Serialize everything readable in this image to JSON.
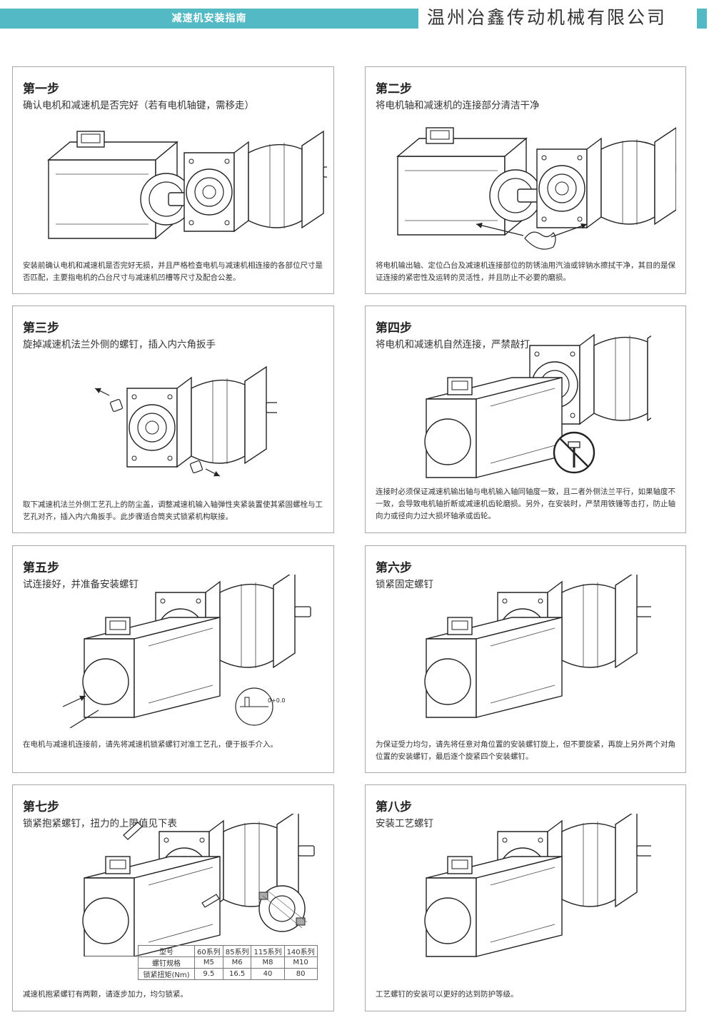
{
  "header": {
    "title": "减速机安装指南",
    "company": "温州冶鑫传动机械有限公司"
  },
  "colors": {
    "accent": "#53b9c4",
    "line": "#222222",
    "border": "#a8a8a8"
  },
  "steps": [
    {
      "title": "第一步",
      "subtitle": "确认电机和减速机是否完好（若有电机轴键，需移走）",
      "desc": "安装前确认电机和减速机是否完好无损，并且严格检查电机与减速机相连接的各部位尺寸是否匹配，主要指电机的凸台尺寸与减速机凹槽等尺寸及配合公差。"
    },
    {
      "title": "第二步",
      "subtitle": "将电机轴和减速机的连接部分清洁干净",
      "desc": "将电机输出轴、定位凸台及减速机连接部位的防锈油用汽油或锌钠水擦拭干净，其目的是保证连接的紧密性及运转的灵活性，并且防止不必要的磨损。"
    },
    {
      "title": "第三步",
      "subtitle": "旋掉减速机法兰外侧的螺钉，插入内六角扳手",
      "desc": "取下减速机法兰外侧工艺孔上的防尘盖，调整减速机输入轴弹性夹紧装置使其紧固螺栓与工艺孔对齐，插入内六角扳手。此步骤适合筒夹式锁紧机构联接。"
    },
    {
      "title": "第四步",
      "subtitle": "将电机和减速机自然连接，严禁敲打",
      "desc": "连接时必须保证减速机输出轴与电机输入轴同轴度一致，且二者外侧法兰平行，如果轴度不一致，会导致电机轴折断或减速机齿轮磨损。另外，在安装时，严禁用铁锤等击打，防止轴向力或径向力过大损坏轴承或齿轮。"
    },
    {
      "title": "第五步",
      "subtitle": "试连接好，并准备安装螺钉",
      "desc": "在电机与减速机连接前，请先将减速机锁紧螺钉对准工艺孔，便于扳手介入。",
      "annotation": "0+0.0"
    },
    {
      "title": "第六步",
      "subtitle": "锁紧固定螺钉",
      "desc": "为保证受力均匀，请先将任意对角位置的安装螺钉旋上，但不要旋紧，再旋上另外两个对角位置的安装螺钉，最后逐个旋紧四个安装螺钉。"
    },
    {
      "title": "第七步",
      "subtitle": "锁紧抱紧螺钉，扭力的上限值见下表",
      "desc": "减速机抱紧螺钉有两颗，请逐步加力，均匀锁紧。"
    },
    {
      "title": "第八步",
      "subtitle": "安装工艺螺钉",
      "desc": "工艺螺钉的安装可以更好的达到防护等级。"
    }
  ],
  "torque_table": {
    "header": [
      "型号",
      "60系列",
      "85系列",
      "115系列",
      "140系列"
    ],
    "rows": [
      [
        "螺钉规格",
        "M5",
        "M6",
        "M8",
        "M10"
      ],
      [
        "锁紧扭矩(Nm)",
        "9.5",
        "16.5",
        "40",
        "80"
      ]
    ]
  }
}
